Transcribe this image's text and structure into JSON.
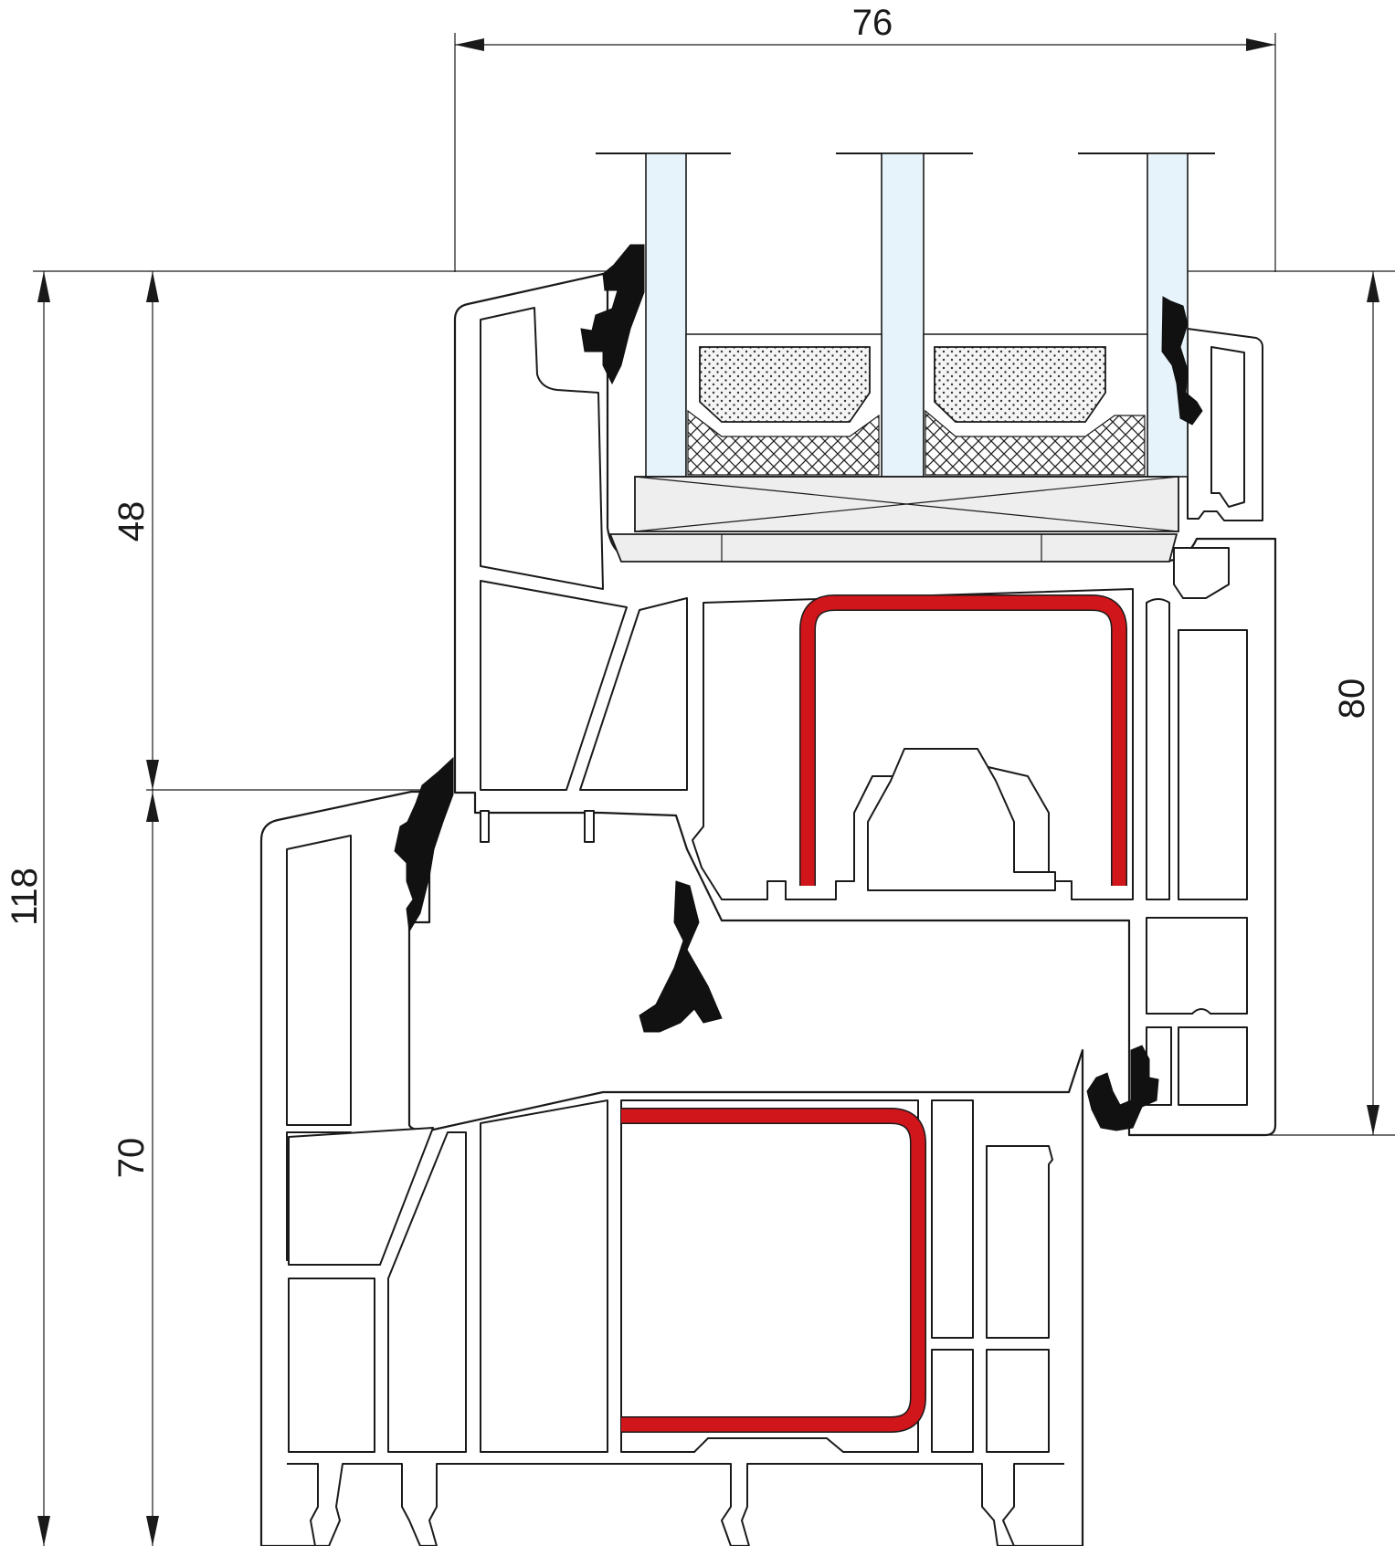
{
  "dimensions": {
    "width_top": "76",
    "height_total": "118",
    "height_sash": "48",
    "height_frame": "70",
    "height_right": "80"
  },
  "colors": {
    "steel_reinforcement": "#d0161b",
    "glass": "#e6f3fb",
    "seal": "#111111",
    "profile": "#ffffff",
    "outline": "#1a1a1a",
    "glazing_bead_block": "#eeeeee"
  },
  "icons": {
    "seal_gasket": "black-gasket-shape",
    "glass_pane": "light-blue-rect",
    "spacer": "dotted-fill",
    "butyl": "crosshatch-fill"
  }
}
